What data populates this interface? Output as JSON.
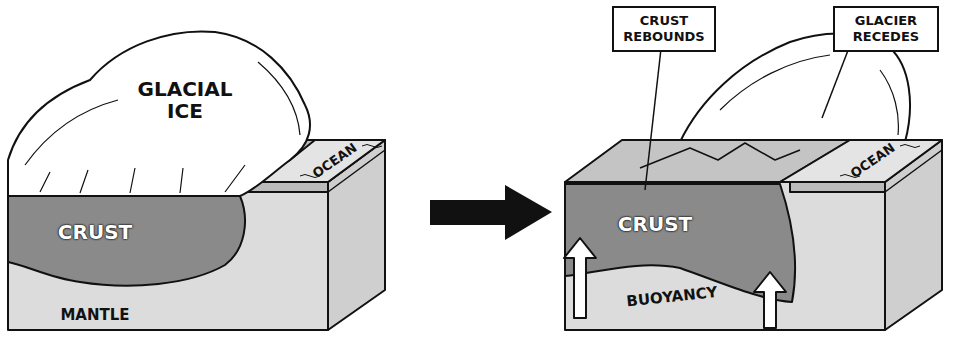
{
  "diagram": {
    "nodes": [
      {
        "text": [
          "CRUST REBOUNDS"
        ]
      },
      {
        "text": [
          "GLACIER RECEDES"
        ]
      }
    ],
    "labels": [
      "GLACIAL ICE",
      "CRUST",
      "OCEAN",
      "MANTLE",
      "CRUST",
      "BUOYANCY",
      "OCEAN"
    ]
  }
}
